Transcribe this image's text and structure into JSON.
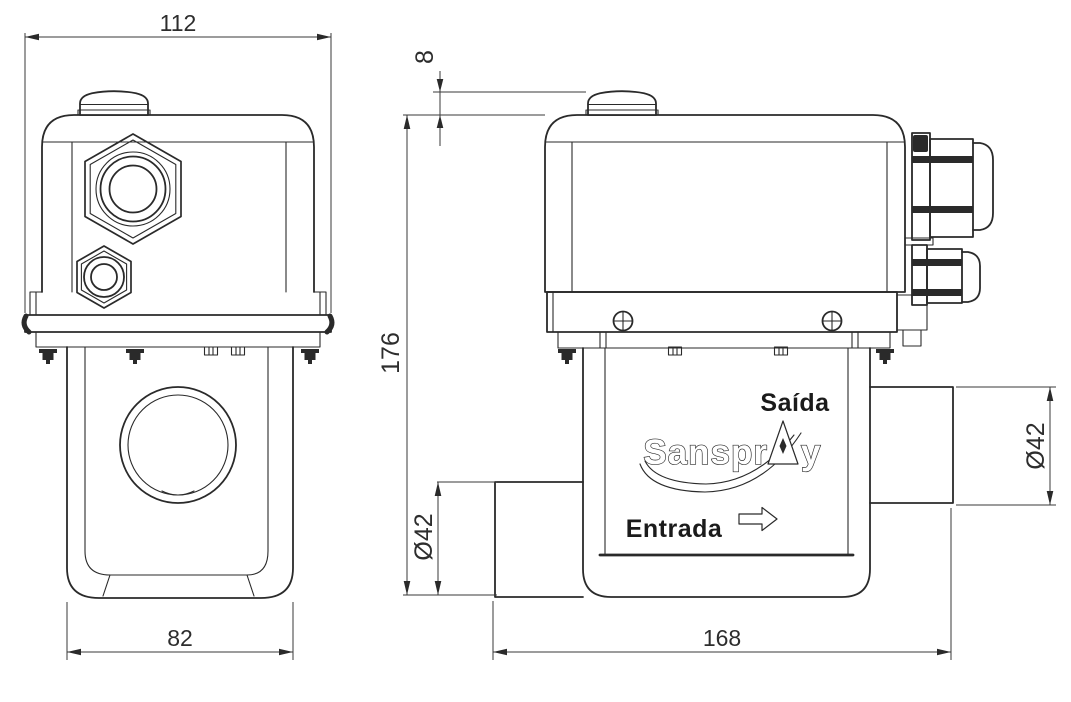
{
  "drawing": {
    "background": "#ffffff",
    "line_color": "#2a2a2a"
  },
  "dimensions": {
    "front_overall_width": "112",
    "front_body_width": "82",
    "cap_height": "8",
    "overall_height": "176",
    "overall_length": "168",
    "inlet_diameter": "Ø42",
    "outlet_diameter": "Ø42"
  },
  "labels": {
    "outlet_port": "Saída",
    "inlet_port": "Entrada"
  },
  "logo": {
    "brand": "Sanspray",
    "before_stylized_a": "Sanspr",
    "after_stylized_a": "y"
  }
}
